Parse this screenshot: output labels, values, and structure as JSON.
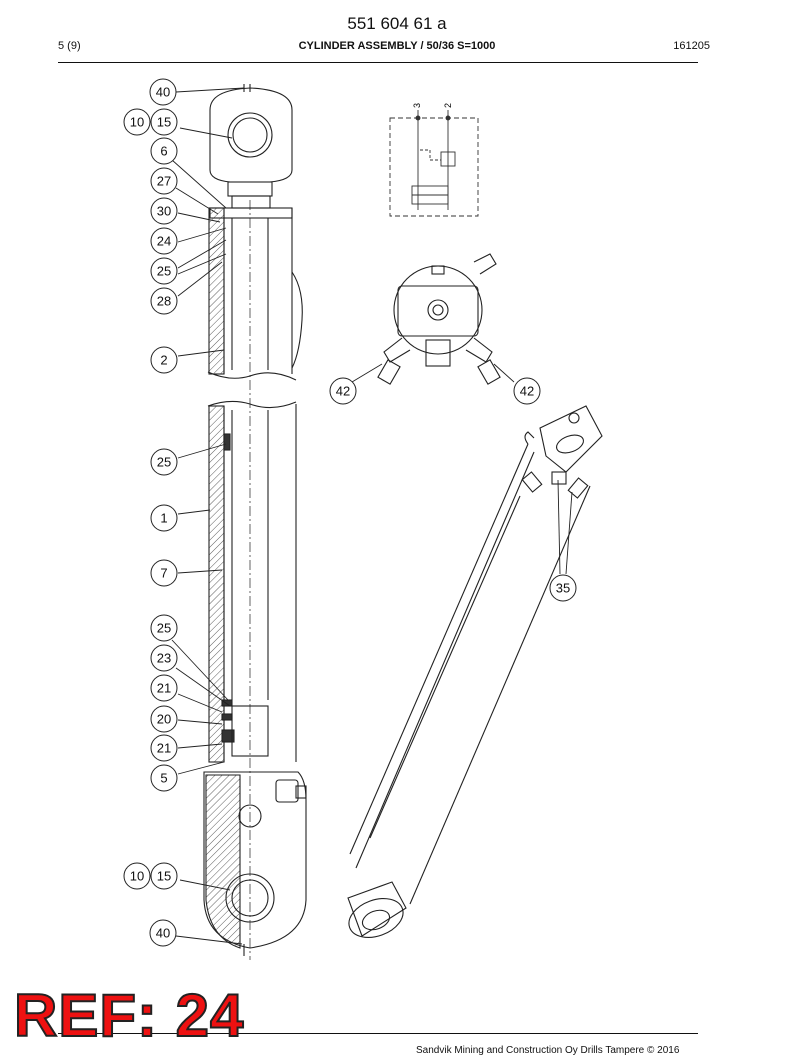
{
  "header": {
    "document_number": "551 604 61 a",
    "page": "5 (9)",
    "title": "CYLINDER ASSEMBLY / 50/36 S=1000",
    "date_code": "161205"
  },
  "callouts": [
    "40",
    "10",
    "15",
    "6",
    "27",
    "30",
    "24",
    "25",
    "28",
    "2",
    "25",
    "1",
    "7",
    "25",
    "23",
    "21",
    "20",
    "21",
    "5",
    "10",
    "15",
    "40",
    "42",
    "42",
    "35"
  ],
  "schematic_labels": [
    "3",
    "2"
  ],
  "ref_mark": "REF: 24",
  "footer": {
    "copyright": "Sandvik Mining and Construction Oy Drills Tampere © 2016"
  }
}
